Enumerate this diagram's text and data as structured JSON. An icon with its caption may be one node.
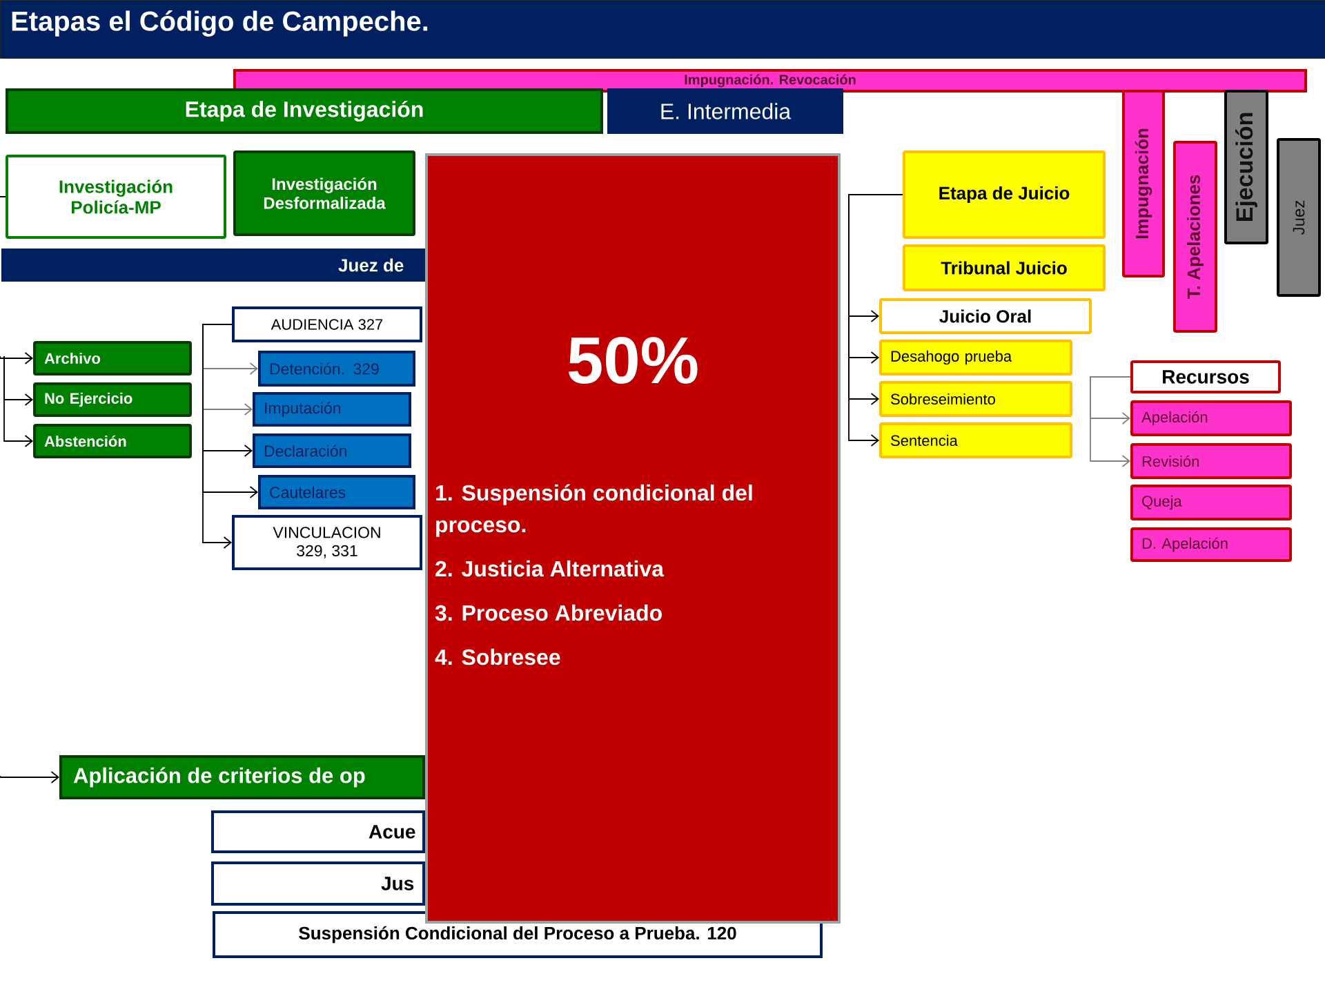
{
  "diagram": {
    "title": "Etapas el Código de Campeche.",
    "nodes": [
      {
        "text": [
          "Impugnación. Revocación"
        ]
      },
      {
        "text": [
          "Etapa de Investigación"
        ]
      },
      {
        "text": [
          "E. Intermedia"
        ]
      },
      {
        "text": [
          "Investigación Policía-MP"
        ]
      },
      {
        "text": [
          "Investigación Desformalizada"
        ]
      },
      {
        "text": [
          "Juez de"
        ]
      },
      {
        "text": [
          "AUDIENCIA 327"
        ]
      },
      {
        "text": [
          "Detención. 329"
        ]
      },
      {
        "text": [
          "Imputación"
        ]
      },
      {
        "text": [
          "Declaración"
        ]
      },
      {
        "text": [
          "Cautelares"
        ]
      },
      {
        "text": [
          "VINCULACION",
          "329, 331"
        ]
      },
      {
        "text": [
          "Archivo"
        ]
      },
      {
        "text": [
          "No Ejercicio"
        ]
      },
      {
        "text": [
          "Abstención"
        ]
      },
      {
        "text": [
          "50%",
          "1. Suspensión condicional del proceso.",
          "2. Justicia Alternativa",
          "3. Proceso Abreviado",
          "4. Sobresee"
        ]
      },
      {
        "text": [
          "Etapa de Juicio"
        ]
      },
      {
        "text": [
          "Tribunal Juicio"
        ]
      },
      {
        "text": [
          "Juicio Oral"
        ]
      },
      {
        "text": [
          "Desahogo prueba"
        ]
      },
      {
        "text": [
          "Sobreseimiento"
        ]
      },
      {
        "text": [
          "Sentencia"
        ]
      },
      {
        "text": [
          "Impugnación"
        ]
      },
      {
        "text": [
          "T. Apelaciones"
        ]
      },
      {
        "text": [
          "Ejecución"
        ]
      },
      {
        "text": [
          "Juez"
        ]
      },
      {
        "text": [
          "Recursos"
        ]
      },
      {
        "text": [
          "Apelación"
        ]
      },
      {
        "text": [
          "Revisión"
        ]
      },
      {
        "text": [
          "Queja"
        ]
      },
      {
        "text": [
          "D. Apelación"
        ]
      },
      {
        "text": [
          "Aplicación de criterios de op"
        ]
      },
      {
        "text": [
          "Acue"
        ]
      },
      {
        "text": [
          "Jus"
        ]
      },
      {
        "text": [
          "Suspensión Condicional del Proceso a Prueba. 120"
        ]
      }
    ],
    "edges": [
      {
        "from": null,
        "to": 3,
        "arrow": "none"
      },
      {
        "from": null,
        "to": 12,
        "arrow": "to"
      },
      {
        "from": null,
        "to": 13,
        "arrow": "to"
      },
      {
        "from": null,
        "to": 14,
        "arrow": "to"
      },
      {
        "from": 6,
        "to": 7,
        "arrow": "to",
        "color": "#808080"
      },
      {
        "from": 6,
        "to": 8,
        "arrow": "to",
        "color": "#808080"
      },
      {
        "from": 6,
        "to": 9,
        "arrow": "to"
      },
      {
        "from": 6,
        "to": 10,
        "arrow": "to"
      },
      {
        "from": 6,
        "to": 11,
        "arrow": "to"
      },
      {
        "from": 16,
        "to": 18,
        "arrow": "to"
      },
      {
        "from": 16,
        "to": 19,
        "arrow": "to"
      },
      {
        "from": 16,
        "to": 20,
        "arrow": "to"
      },
      {
        "from": 16,
        "to": 21,
        "arrow": "to"
      },
      {
        "from": 26,
        "to": 27,
        "arrow": "to",
        "color": "#808080"
      },
      {
        "from": 26,
        "to": 28,
        "arrow": "to",
        "color": "#808080"
      },
      {
        "from": null,
        "to": 31,
        "arrow": "to"
      }
    ]
  }
}
